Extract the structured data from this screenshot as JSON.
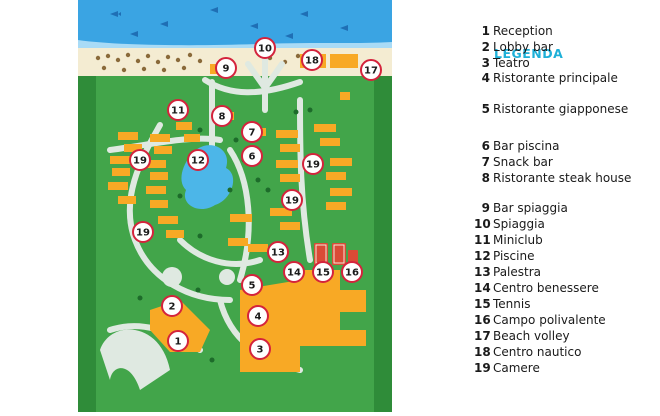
{
  "legend": {
    "title": "LEGENDA",
    "items": [
      {
        "num": "1",
        "label": "Reception"
      },
      {
        "num": "2",
        "label": "Lobby bar"
      },
      {
        "num": "3",
        "label": "Teatro"
      },
      {
        "num": "4",
        "label": "Ristorante principale"
      },
      {
        "num": "5",
        "label": "Ristorante giapponese"
      },
      {
        "num": "6",
        "label": "Bar piscina"
      },
      {
        "num": "7",
        "label": "Snack bar"
      },
      {
        "num": "8",
        "label": "Ristorante steak house"
      },
      {
        "num": "9",
        "label": "Bar spiaggia"
      },
      {
        "num": "10",
        "label": "Spiaggia"
      },
      {
        "num": "11",
        "label": "Miniclub"
      },
      {
        "num": "12",
        "label": "Piscine"
      },
      {
        "num": "13",
        "label": "Palestra"
      },
      {
        "num": "14",
        "label": "Centro benessere"
      },
      {
        "num": "15",
        "label": "Tennis"
      },
      {
        "num": "16",
        "label": "Campo polivalente"
      },
      {
        "num": "17",
        "label": "Beach volley"
      },
      {
        "num": "18",
        "label": "Centro nautico"
      },
      {
        "num": "19",
        "label": "Camere"
      }
    ]
  },
  "markers": [
    "10",
    "9",
    "18",
    "17",
    "11",
    "8",
    "7",
    "6",
    "12",
    "19",
    "19",
    "19",
    "19",
    "13",
    "14",
    "15",
    "16",
    "5",
    "4",
    "2",
    "1",
    "3"
  ],
  "colors": {
    "sea": "#3aa4e3",
    "sea_light": "#a9dbf6",
    "sand": "#f4ecd2",
    "grass": "#42a54a",
    "grass_dark": "#2f8c39",
    "building": "#f8a925",
    "path": "#dfe9e1",
    "pool": "#4cb6e8",
    "marker_ring": "#d4233c",
    "court": "#d94a36",
    "legend_title": "#1eb0d8"
  }
}
